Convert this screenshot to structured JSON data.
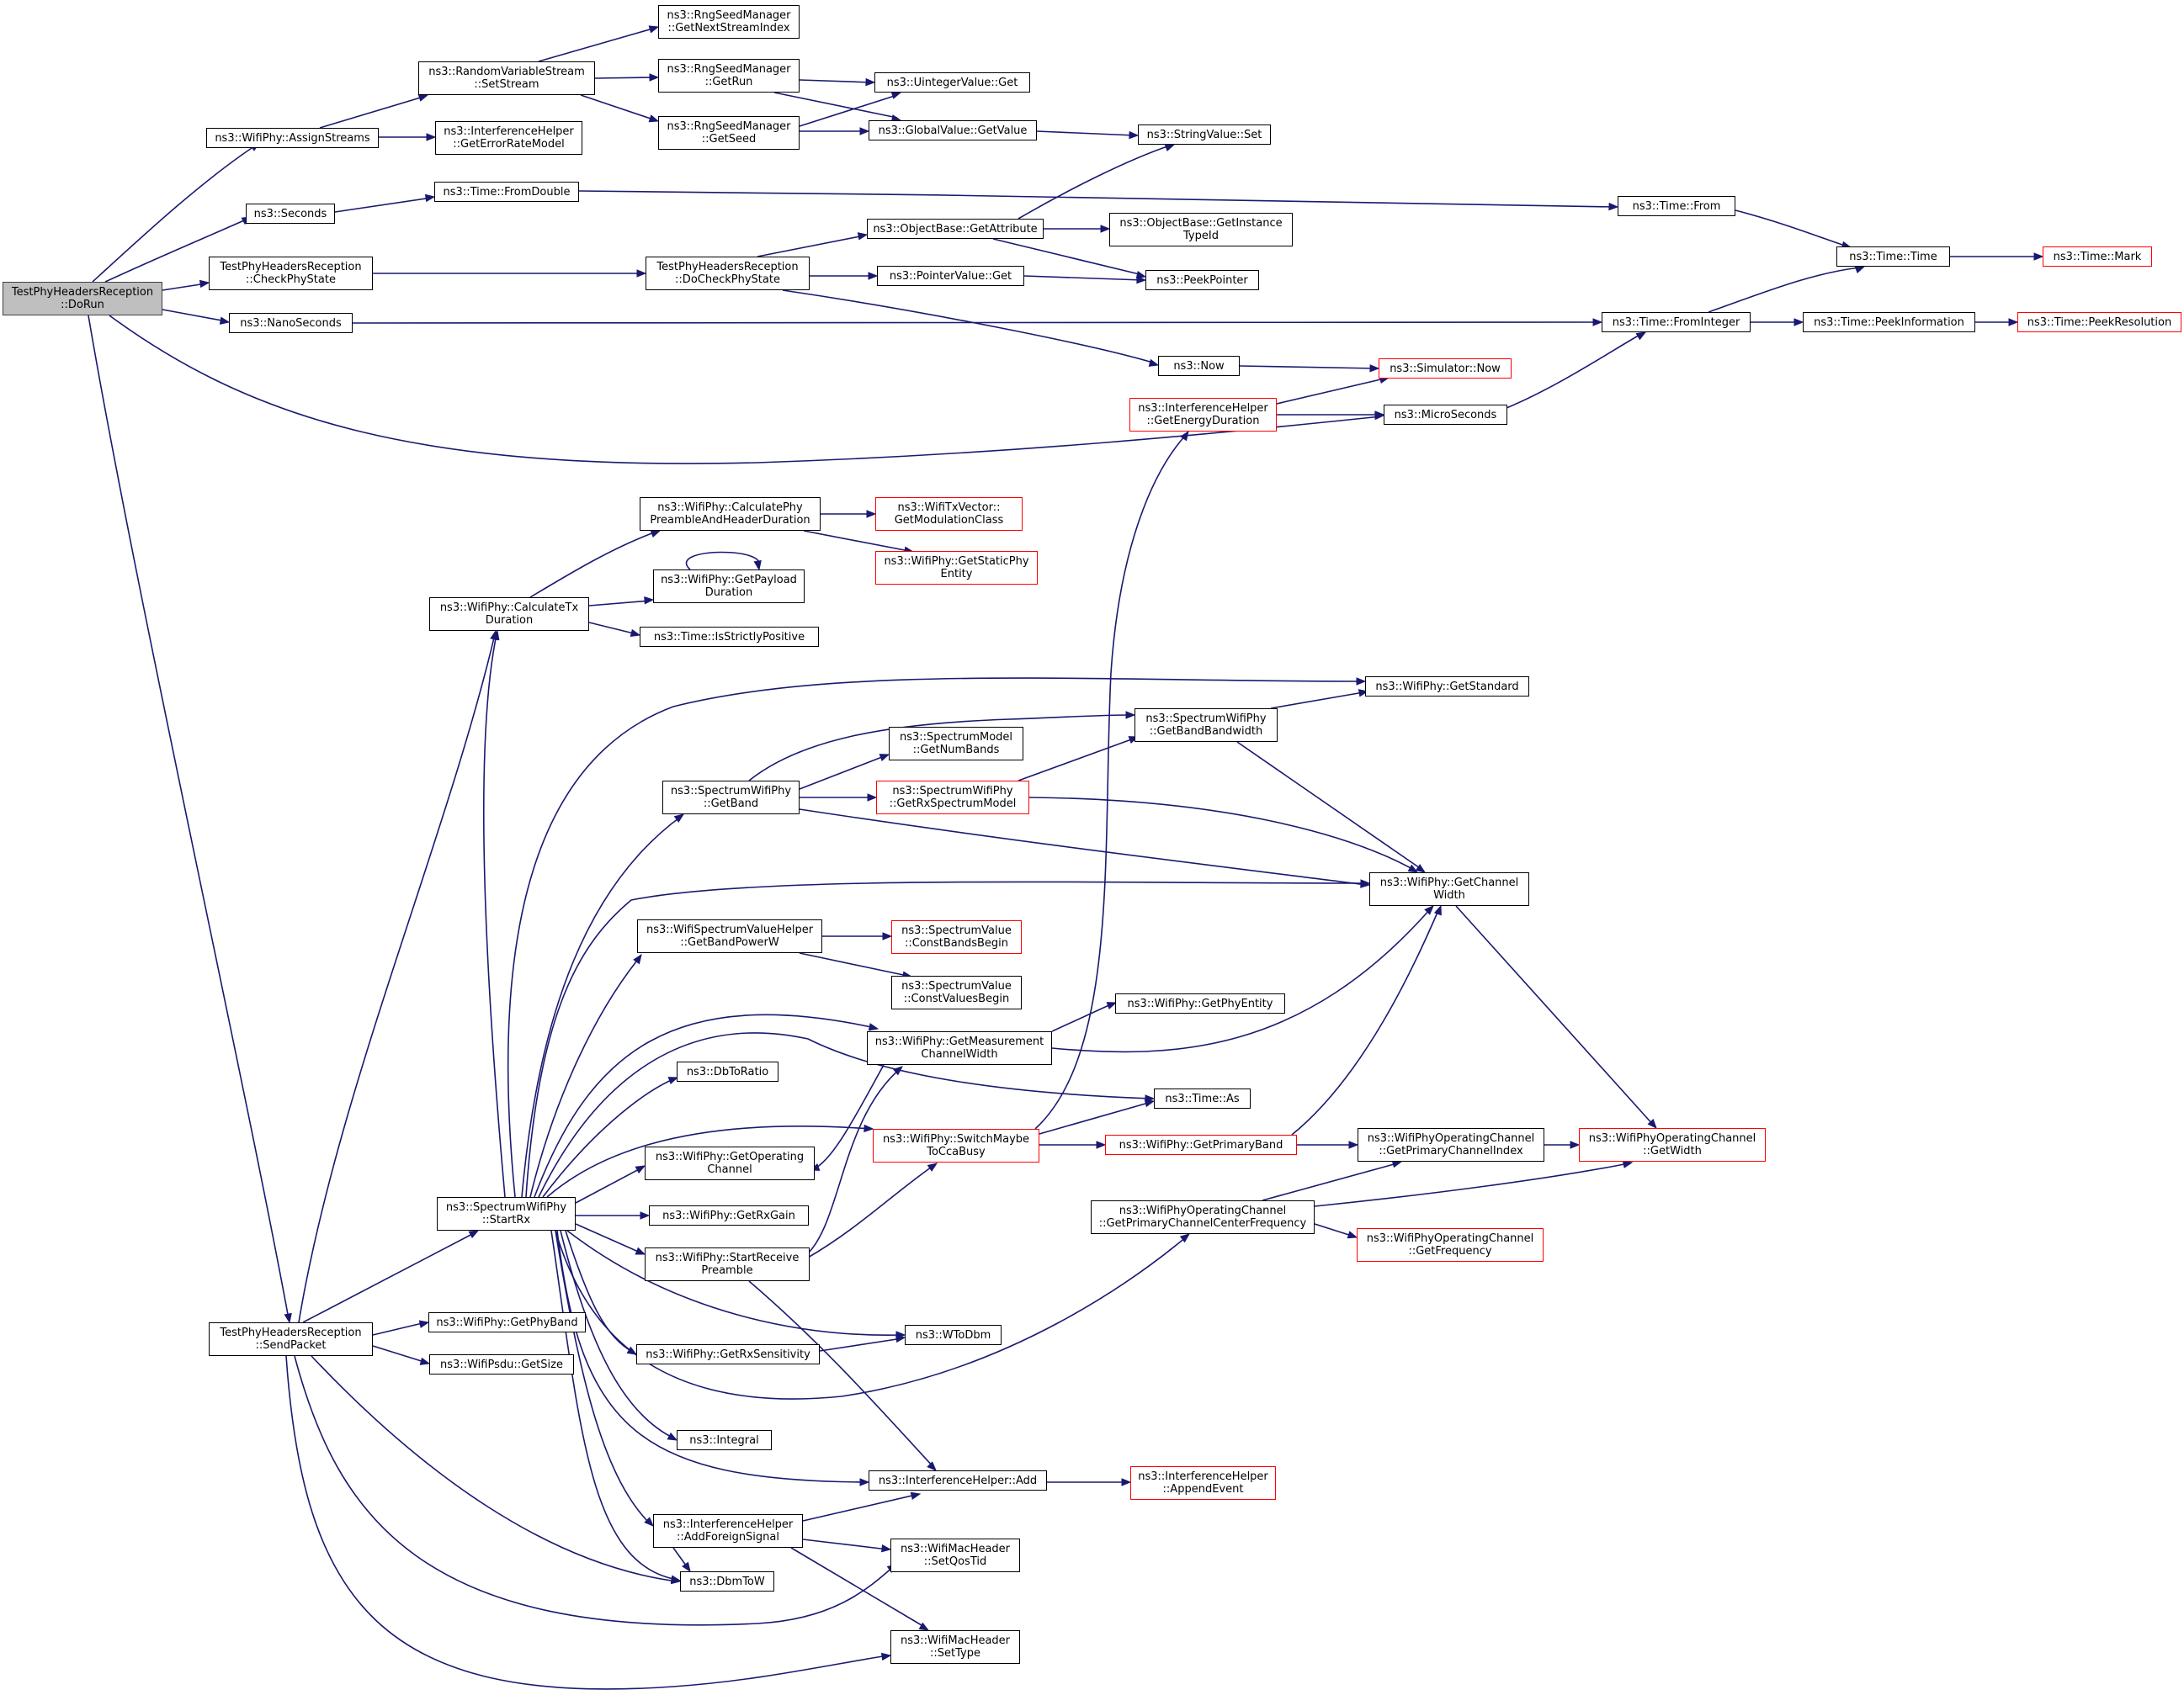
{
  "colors": {
    "edge": "#191970",
    "root_fill": "#bfbfbf",
    "truncated_border": "#ff0000",
    "node_border": "#000000"
  },
  "nodes": {
    "dorun": {
      "lines": [
        "TestPhyHeadersReception",
        "::DoRun"
      ],
      "root": true
    },
    "assignstreams": {
      "lines": [
        "ns3::WifiPhy::AssignStreams"
      ]
    },
    "seconds": {
      "lines": [
        "ns3::Seconds"
      ]
    },
    "checkphystate": {
      "lines": [
        "TestPhyHeadersReception",
        "::CheckPhyState"
      ]
    },
    "nanoseconds": {
      "lines": [
        "ns3::NanoSeconds"
      ]
    },
    "sendpacket": {
      "lines": [
        "TestPhyHeadersReception",
        "::SendPacket"
      ]
    },
    "setstream": {
      "lines": [
        "ns3::RandomVariableStream",
        "::SetStream"
      ]
    },
    "geterrorratemodel": {
      "lines": [
        "ns3::InterferenceHelper",
        "::GetErrorRateModel"
      ]
    },
    "getnextstreamindex": {
      "lines": [
        "ns3::RngSeedManager",
        "::GetNextStreamIndex"
      ]
    },
    "getrun": {
      "lines": [
        "ns3::RngSeedManager",
        "::GetRun"
      ]
    },
    "getseed": {
      "lines": [
        "ns3::RngSeedManager",
        "::GetSeed"
      ]
    },
    "uintegervalueget": {
      "lines": [
        "ns3::UintegerValue::Get"
      ]
    },
    "globalvaluegetvalue": {
      "lines": [
        "ns3::GlobalValue::GetValue"
      ]
    },
    "stringvalueset": {
      "lines": [
        "ns3::StringValue::Set"
      ]
    },
    "timefromdouble": {
      "lines": [
        "ns3::Time::FromDouble"
      ]
    },
    "timefrom": {
      "lines": [
        "ns3::Time::From"
      ]
    },
    "timetime": {
      "lines": [
        "ns3::Time::Time"
      ]
    },
    "timemark": {
      "lines": [
        "ns3::Time::Mark"
      ],
      "red": true
    },
    "docheckphystate": {
      "lines": [
        "TestPhyHeadersReception",
        "::DoCheckPhyState"
      ]
    },
    "getattribute": {
      "lines": [
        "ns3::ObjectBase::GetAttribute"
      ]
    },
    "getinstancetypeid": {
      "lines": [
        "ns3::ObjectBase::GetInstance",
        "TypeId"
      ]
    },
    "peekpointer": {
      "lines": [
        "ns3::PeekPointer"
      ]
    },
    "pointervalueget": {
      "lines": [
        "ns3::PointerValue::Get"
      ]
    },
    "fromintegerr": {
      "lines": [
        "ns3::Time::FromInteger"
      ]
    },
    "peekinformation": {
      "lines": [
        "ns3::Time::PeekInformation"
      ]
    },
    "peekresolution": {
      "lines": [
        "ns3::Time::PeekResolution"
      ],
      "red": true
    },
    "now": {
      "lines": [
        "ns3::Now"
      ]
    },
    "simulatornow": {
      "lines": [
        "ns3::Simulator::Now"
      ],
      "red": true
    },
    "getenergyduration": {
      "lines": [
        "ns3::InterferenceHelper",
        "::GetEnergyDuration"
      ],
      "red": true
    },
    "microseconds": {
      "lines": [
        "ns3::MicroSeconds"
      ]
    },
    "calcpreamble": {
      "lines": [
        "ns3::WifiPhy::CalculatePhy",
        "PreambleAndHeaderDuration"
      ]
    },
    "getmodulationclass": {
      "lines": [
        "ns3::WifiTxVector::",
        "GetModulationClass"
      ],
      "red": true
    },
    "getstaticphyentity": {
      "lines": [
        "ns3::WifiPhy::GetStaticPhy",
        "Entity"
      ],
      "red": true
    },
    "calctxduration": {
      "lines": [
        "ns3::WifiPhy::CalculateTx",
        "Duration"
      ]
    },
    "getpayloadduration": {
      "lines": [
        "ns3::WifiPhy::GetPayload",
        "Duration"
      ]
    },
    "isstrictlypositive": {
      "lines": [
        "ns3::Time::IsStrictlyPositive"
      ]
    },
    "getstandard": {
      "lines": [
        "ns3::WifiPhy::GetStandard"
      ]
    },
    "getbandbandwidth": {
      "lines": [
        "ns3::SpectrumWifiPhy",
        "::GetBandBandwidth"
      ]
    },
    "getnumbands": {
      "lines": [
        "ns3::SpectrumModel",
        "::GetNumBands"
      ]
    },
    "getband": {
      "lines": [
        "ns3::SpectrumWifiPhy",
        "::GetBand"
      ]
    },
    "getrxspectrummodel": {
      "lines": [
        "ns3::SpectrumWifiPhy",
        "::GetRxSpectrumModel"
      ],
      "red": true
    },
    "getchannelwidth": {
      "lines": [
        "ns3::WifiPhy::GetChannel",
        "Width"
      ]
    },
    "getbandpowerw": {
      "lines": [
        "ns3::WifiSpectrumValueHelper",
        "::GetBandPowerW"
      ]
    },
    "constbandsbegin": {
      "lines": [
        "ns3::SpectrumValue",
        "::ConstBandsBegin"
      ],
      "red": true
    },
    "constvaluesbegin": {
      "lines": [
        "ns3::SpectrumValue",
        "::ConstValuesBegin"
      ]
    },
    "getphyentity": {
      "lines": [
        "ns3::WifiPhy::GetPhyEntity"
      ]
    },
    "getmeasurementcw": {
      "lines": [
        "ns3::WifiPhy::GetMeasurement",
        "ChannelWidth"
      ]
    },
    "dbtoratio": {
      "lines": [
        "ns3::DbToRatio"
      ]
    },
    "timeas": {
      "lines": [
        "ns3::Time::As"
      ]
    },
    "switchmaybe": {
      "lines": [
        "ns3::WifiPhy::SwitchMaybe",
        "ToCcaBusy"
      ],
      "red": true
    },
    "getprimaryband": {
      "lines": [
        "ns3::WifiPhy::GetPrimaryBand"
      ],
      "red": true
    },
    "getprimarychannelindex": {
      "lines": [
        "ns3::WifiPhyOperatingChannel",
        "::GetPrimaryChannelIndex"
      ]
    },
    "getwidth": {
      "lines": [
        "ns3::WifiPhyOperatingChannel",
        "::GetWidth"
      ],
      "red": true
    },
    "getoperatingchannel": {
      "lines": [
        "ns3::WifiPhy::GetOperating",
        "Channel"
      ]
    },
    "startrx": {
      "lines": [
        "ns3::SpectrumWifiPhy",
        "::StartRx"
      ]
    },
    "getrxgain": {
      "lines": [
        "ns3::WifiPhy::GetRxGain"
      ]
    },
    "getpccf": {
      "lines": [
        "ns3::WifiPhyOperatingChannel",
        "::GetPrimaryChannelCenterFrequency"
      ]
    },
    "getfrequency": {
      "lines": [
        "ns3::WifiPhyOperatingChannel",
        "::GetFrequency"
      ],
      "red": true
    },
    "startreceivepreamble": {
      "lines": [
        "ns3::WifiPhy::StartReceive",
        "Preamble"
      ]
    },
    "getphyband": {
      "lines": [
        "ns3::WifiPhy::GetPhyBand"
      ]
    },
    "wtodbm": {
      "lines": [
        "ns3::WToDbm"
      ]
    },
    "getsize": {
      "lines": [
        "ns3::WifiPsdu::GetSize"
      ]
    },
    "getrxsensitivity": {
      "lines": [
        "ns3::WifiPhy::GetRxSensitivity"
      ]
    },
    "integral": {
      "lines": [
        "ns3::Integral"
      ]
    },
    "ihadd": {
      "lines": [
        "ns3::InterferenceHelper::Add"
      ]
    },
    "appendevent": {
      "lines": [
        "ns3::InterferenceHelper",
        "::AppendEvent"
      ],
      "red": true
    },
    "addforeignsignal": {
      "lines": [
        "ns3::InterferenceHelper",
        "::AddForeignSignal"
      ]
    },
    "setqostid": {
      "lines": [
        "ns3::WifiMacHeader",
        "::SetQosTid"
      ]
    },
    "dbmtow": {
      "lines": [
        "ns3::DbmToW"
      ]
    },
    "settype": {
      "lines": [
        "ns3::WifiMacHeader",
        "::SetType"
      ]
    }
  }
}
